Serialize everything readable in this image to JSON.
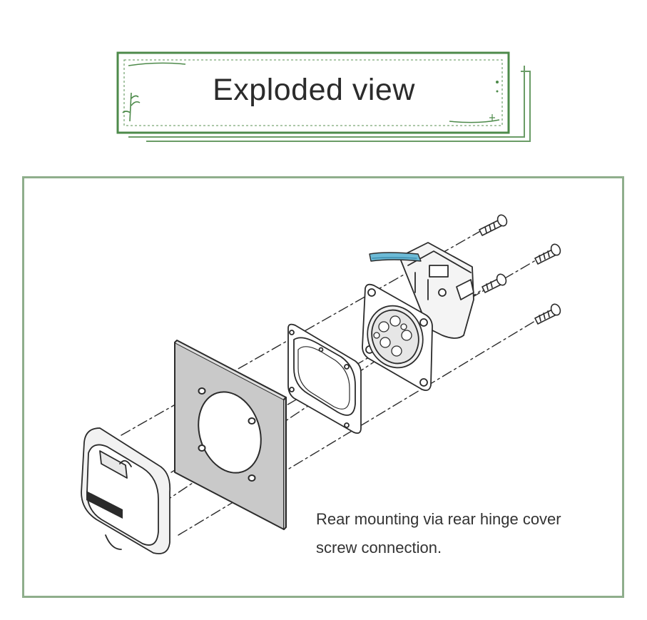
{
  "title": "Exploded view",
  "caption": {
    "line1": "Rear mounting via rear hinge cover",
    "line2": "screw connection."
  },
  "colors": {
    "accent_green": "#8fae8c",
    "banner_green": "#4d8a4a",
    "plate_gray": "#c9c9c9",
    "wire_blue": "#6cbad6",
    "text": "#333333"
  }
}
